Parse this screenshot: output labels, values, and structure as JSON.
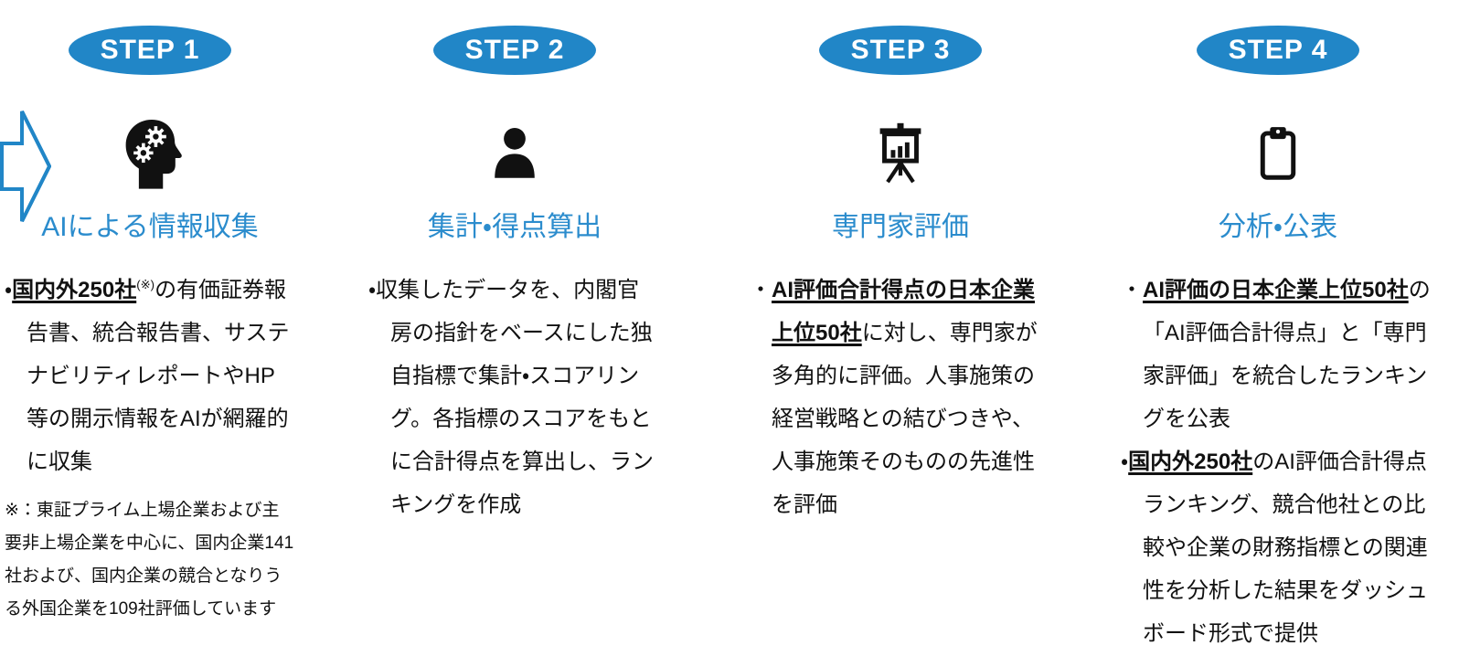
{
  "colors": {
    "accent": "#2186c7",
    "heading": "#2b8ccd",
    "ink": "#111111"
  },
  "steps": [
    {
      "badge": "STEP 1",
      "icon": "ai-head-gears-icon",
      "title": "AIによる情報収集",
      "bullets": [
        [
          {
            "t": "・"
          },
          {
            "t": "国内外250社",
            "b": true,
            "u": true
          },
          {
            "t": "(※)",
            "sup": true
          },
          {
            "t": "の有価証券報告書、統合報告書、サステナビリティレポートやHP等の開示情報をAIが網羅的に収集"
          }
        ]
      ],
      "footnote": "※：東証プライム上場企業および主要非上場企業を中心に、国内企業141社および、国内企業の競合となりうる外国企業を109社評価しています"
    },
    {
      "badge": "STEP 2",
      "icon": "person-icon",
      "title": "集計・得点算出",
      "bullets": [
        [
          {
            "t": "・収集したデータを、内閣官房の指針をベースにした独自指標で集計・スコアリング。各指標のスコアをもとに合計得点を算出し、ランキングを作成"
          }
        ]
      ]
    },
    {
      "badge": "STEP 3",
      "icon": "presentation-chart-icon",
      "title": "専門家評価",
      "bullets": [
        [
          {
            "t": "・"
          },
          {
            "t": "AI評価合計得点の日本企業上位50社",
            "b": true,
            "u": true
          },
          {
            "t": "に対し、専門家が多角的に評価。人事施策の経営戦略との結びつきや、人事施策そのものの先進性を評価"
          }
        ]
      ]
    },
    {
      "badge": "STEP 4",
      "icon": "clipboard-icon",
      "title": "分析・公表",
      "bullets": [
        [
          {
            "t": "・"
          },
          {
            "t": "AI評価の日本企業上位50社",
            "b": true,
            "u": true
          },
          {
            "t": "の「AI評価合計得点」と「専門家評価」を統合したランキングを公表"
          }
        ],
        [
          {
            "t": "・"
          },
          {
            "t": "国内外250社",
            "b": true,
            "u": true
          },
          {
            "t": "のAI評価合計得点ランキング、競合他社との比較や企業の財務指標との関連性を分析した結果をダッシュボード形式で提供"
          }
        ]
      ]
    }
  ]
}
